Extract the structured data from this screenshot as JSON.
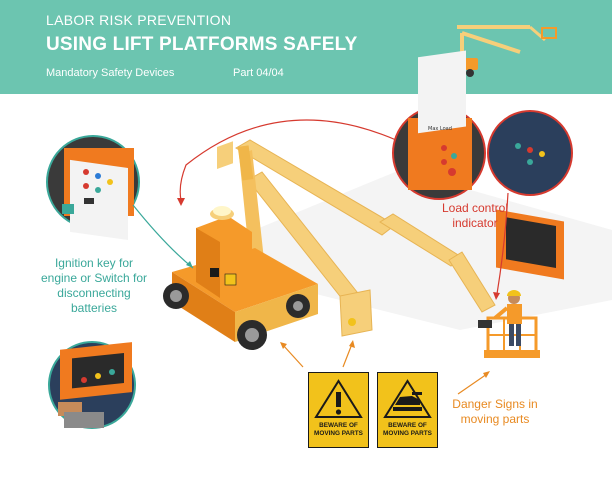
{
  "header": {
    "kicker": "LABOR RISK PREVENTION",
    "title": "USING LIFT PLATFORMS SAFELY",
    "subtitle": "Mandatory Safety Devices",
    "part": "Part 04/04"
  },
  "callouts": {
    "ignition": "Ignition key for engine or Switch for disconnecting batteries",
    "load_control": "Load control indicator",
    "danger_signs": "Danger Signs in moving parts"
  },
  "signs": [
    {
      "text": "BEWARE OF MOVING PARTS",
      "icon": "exclamation-icon"
    },
    {
      "text": "BEWARE OF MOVING PARTS",
      "icon": "hand-crush-icon"
    }
  ],
  "panel_text": "Max Load",
  "colors": {
    "header_bg": "#6cc5b0",
    "teal": "#3aa89a",
    "red": "#d63a2f",
    "orange": "#e88a22",
    "machine_orange": "#f59a2a",
    "boom_yellow": "#f6cf7a",
    "sign_yellow": "#f2c21b"
  }
}
